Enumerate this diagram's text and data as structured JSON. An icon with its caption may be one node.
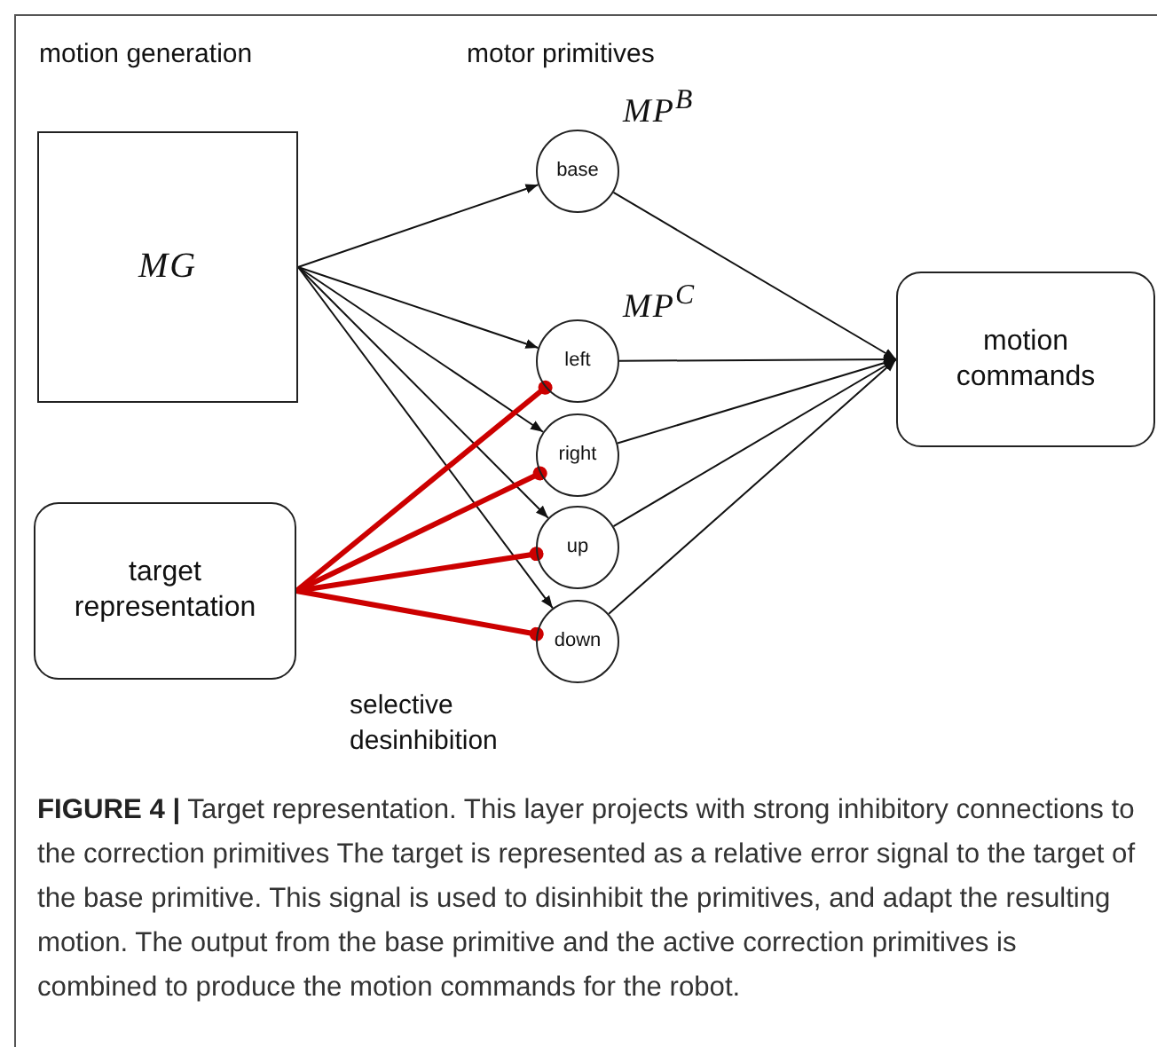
{
  "diagram": {
    "caption": "**FIGURE 4 |** Target representation. This layer projects with strong inhibitory connections to the correction primitives The target is represented as a relative error signal to the target of the base primitive. This signal is used to disinhibit the primitives, and adapt the resulting motion. The output from the base primitive and the active correction primitives is combined to produce the motion commands for the robot.",
    "nodes": [
      {
        "text": [
          "MG"
        ]
      },
      {
        "text": [
          "base"
        ],
        "beside": [
          "MP$^{B}$"
        ]
      },
      {
        "text": [
          "left"
        ],
        "beside": [
          "MP$^{C}$"
        ]
      },
      {
        "text": [
          "right"
        ]
      },
      {
        "text": [
          "up"
        ]
      },
      {
        "text": [
          "down"
        ]
      },
      {
        "text": [
          "motion commands"
        ]
      },
      {
        "text": [
          "target representation"
        ]
      }
    ],
    "edges": [
      {
        "from": 0,
        "to": 1,
        "arrow": "to"
      },
      {
        "from": 0,
        "to": 2,
        "arrow": "to"
      },
      {
        "from": 0,
        "to": 3,
        "arrow": "to"
      },
      {
        "from": 0,
        "to": 4,
        "arrow": "to"
      },
      {
        "from": 0,
        "to": 5,
        "arrow": "to"
      },
      {
        "from": 1,
        "to": 6,
        "arrow": "to"
      },
      {
        "from": 2,
        "to": 6,
        "arrow": "to"
      },
      {
        "from": 3,
        "to": 6,
        "arrow": "to"
      },
      {
        "from": 4,
        "to": 6,
        "arrow": "to"
      },
      {
        "from": 5,
        "to": 6,
        "arrow": "to"
      },
      {
        "from": 7,
        "to": 2,
        "arrow": "other",
        "style": "thick",
        "color": "#cc0000"
      },
      {
        "from": 7,
        "to": 3,
        "arrow": "other",
        "style": "thick",
        "color": "#cc0000"
      },
      {
        "from": 7,
        "to": 4,
        "arrow": "other",
        "style": "thick",
        "color": "#cc0000"
      },
      {
        "from": 7,
        "to": 5,
        "arrow": "other",
        "style": "thick",
        "color": "#cc0000"
      }
    ],
    "labels": [
      "motion generation",
      "motor primitives",
      "selective desinhibition"
    ]
  }
}
